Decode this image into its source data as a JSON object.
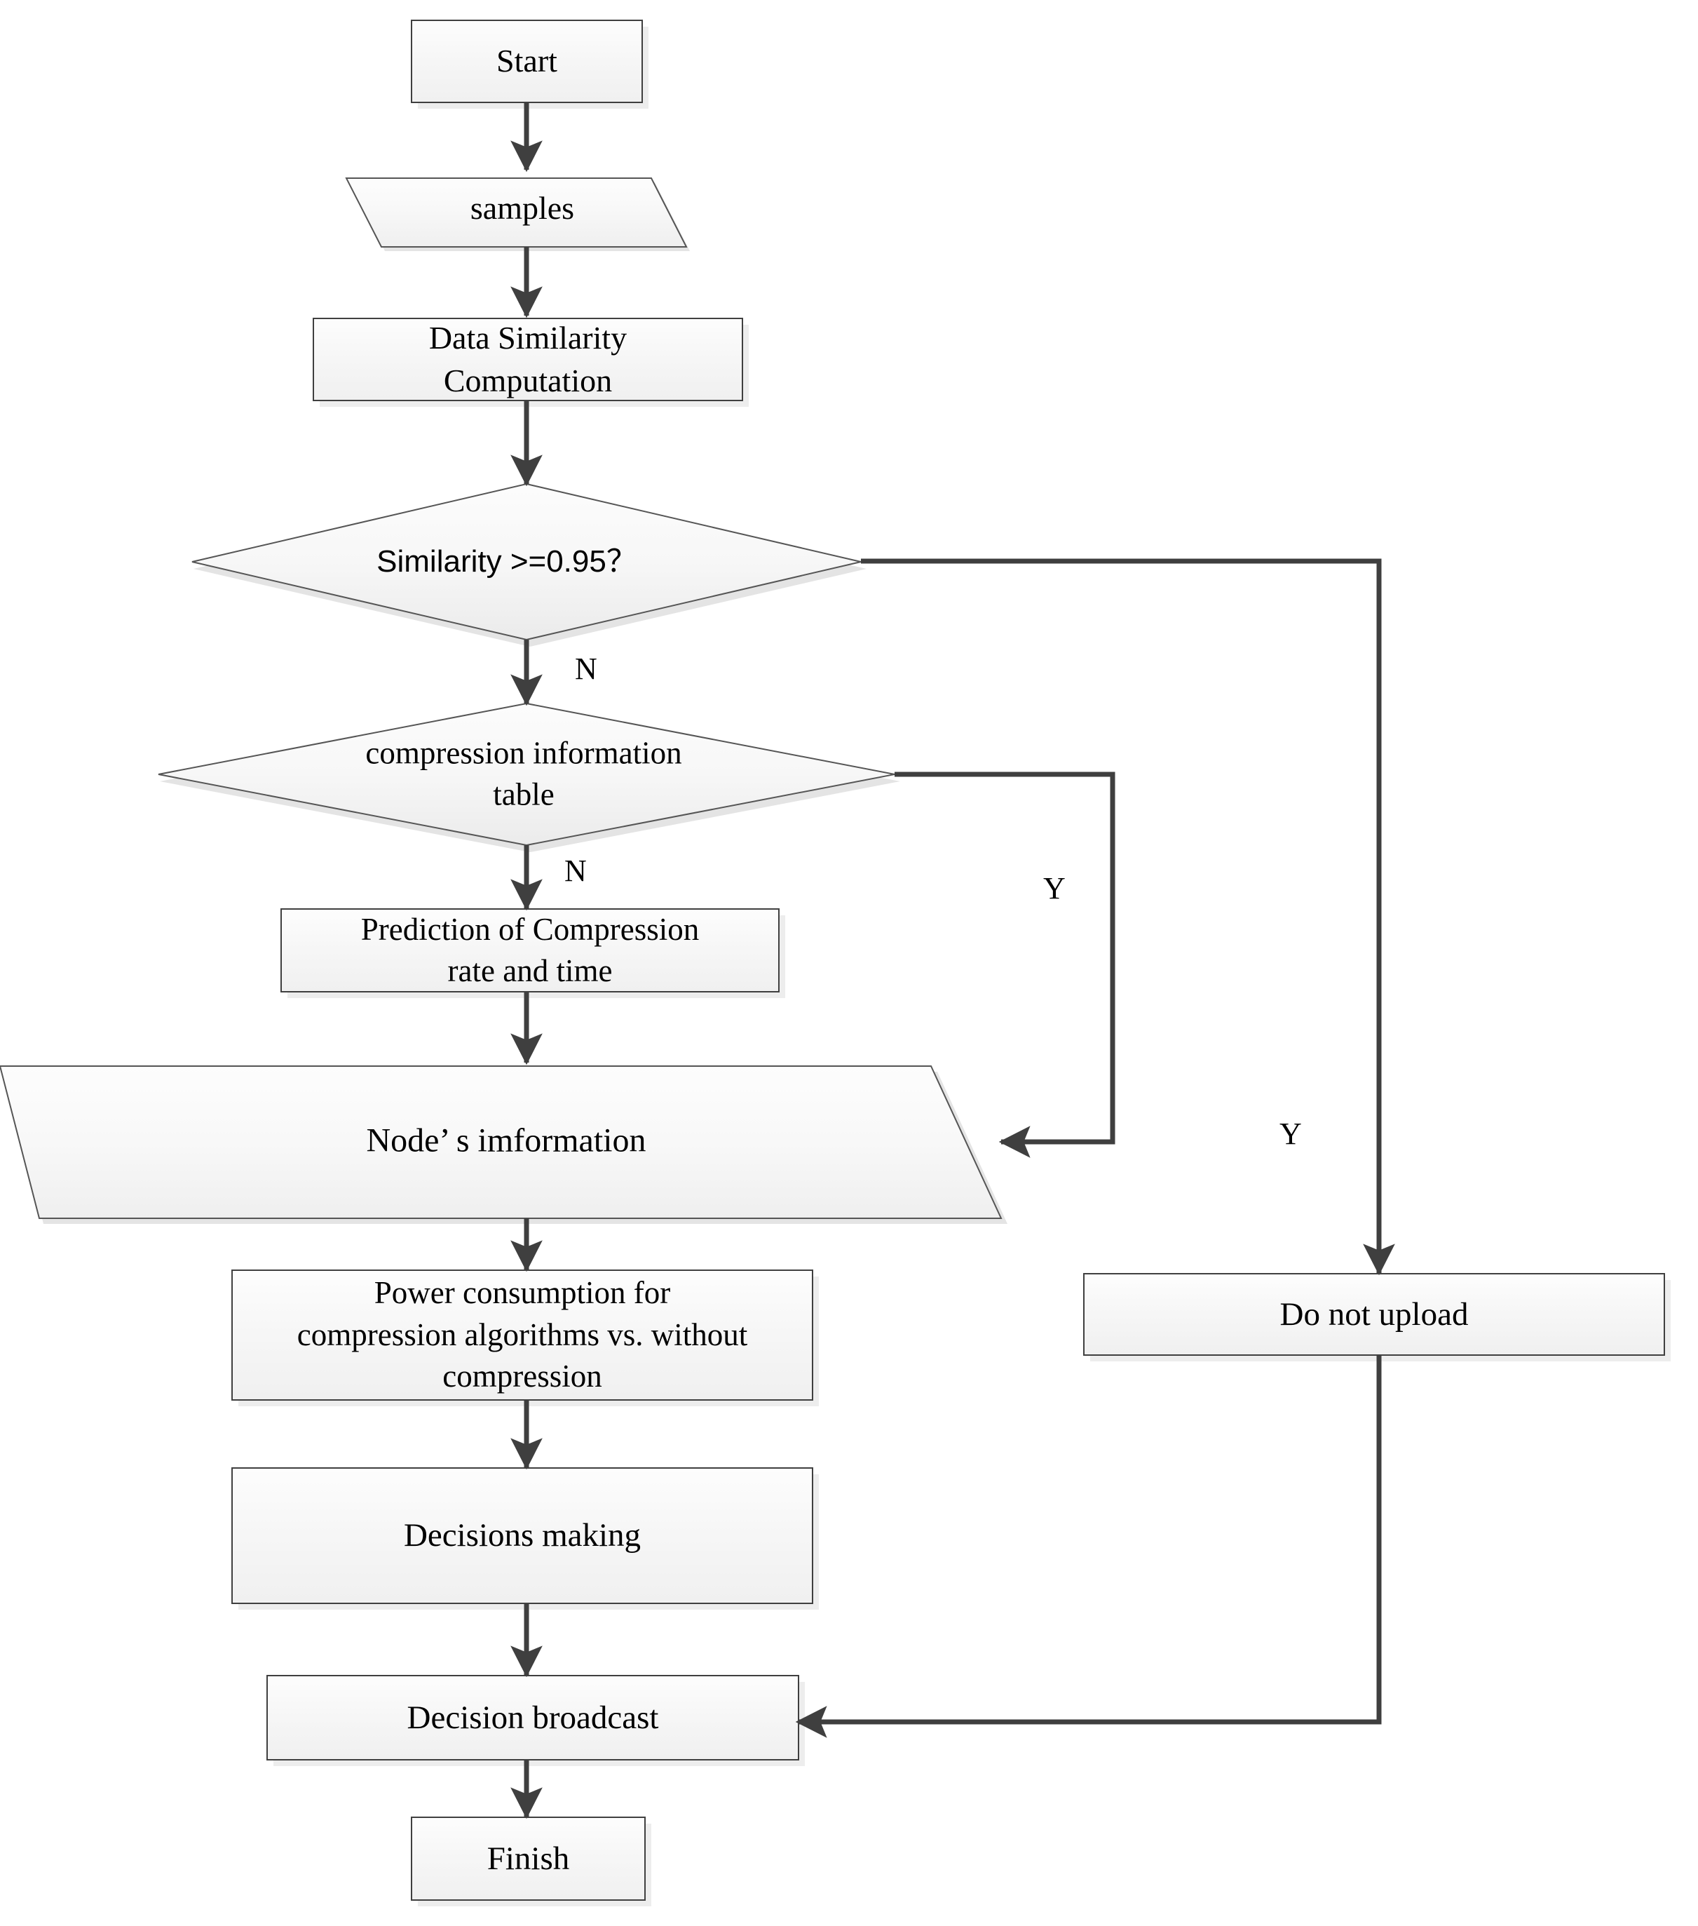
{
  "diagram": {
    "type": "flowchart",
    "title": "",
    "orientation": "top-to-bottom",
    "colors": {
      "node_fill_top": "#fdfdfd",
      "node_fill_bottom": "#f0f0f0",
      "node_stroke": "#3f3f3f",
      "shape_stroke_thin": "#555555",
      "connector": "#3f3f3f",
      "text": "#000000",
      "shadow": "rgba(0,0,0,0.07)",
      "background": "#ffffff"
    },
    "nodes": [
      {
        "id": "start",
        "shape": "rectangle",
        "label": "Start"
      },
      {
        "id": "samples",
        "shape": "parallelogram",
        "label": "samples"
      },
      {
        "id": "datasim",
        "shape": "rectangle",
        "label": "Data Similarity\nComputation"
      },
      {
        "id": "simcheck",
        "shape": "diamond",
        "label": "Similarity >=0.95？"
      },
      {
        "id": "comptable",
        "shape": "diamond",
        "label": "compression information table"
      },
      {
        "id": "prediction",
        "shape": "rectangle",
        "label": "Prediction of Compression\nrate and time"
      },
      {
        "id": "nodeinfo",
        "shape": "parallelogram",
        "label": "Node’ s imformation"
      },
      {
        "id": "power",
        "shape": "rectangle",
        "label": "Power consumption for\ncompression algorithms  vs. without\ncompression"
      },
      {
        "id": "decisions",
        "shape": "rectangle",
        "label": "Decisions making"
      },
      {
        "id": "broadcast",
        "shape": "rectangle",
        "label": "Decision broadcast"
      },
      {
        "id": "finish",
        "shape": "rectangle",
        "label": "Finish"
      },
      {
        "id": "noupload",
        "shape": "rectangle",
        "label": "Do not upload"
      }
    ],
    "edges": [
      {
        "from": "start",
        "to": "samples",
        "label": ""
      },
      {
        "from": "samples",
        "to": "datasim",
        "label": ""
      },
      {
        "from": "datasim",
        "to": "simcheck",
        "label": ""
      },
      {
        "from": "simcheck",
        "to": "comptable",
        "label": "N"
      },
      {
        "from": "simcheck",
        "to": "noupload",
        "label": "Y"
      },
      {
        "from": "comptable",
        "to": "prediction",
        "label": "N"
      },
      {
        "from": "comptable",
        "to": "nodeinfo",
        "label": "Y"
      },
      {
        "from": "prediction",
        "to": "nodeinfo",
        "label": ""
      },
      {
        "from": "nodeinfo",
        "to": "power",
        "label": ""
      },
      {
        "from": "power",
        "to": "decisions",
        "label": ""
      },
      {
        "from": "decisions",
        "to": "broadcast",
        "label": ""
      },
      {
        "from": "noupload",
        "to": "broadcast",
        "label": ""
      },
      {
        "from": "broadcast",
        "to": "finish",
        "label": ""
      }
    ],
    "edge_labels": {
      "sim_no": "N",
      "sim_yes": "Y",
      "table_no": "N",
      "table_yes": "Y"
    }
  }
}
